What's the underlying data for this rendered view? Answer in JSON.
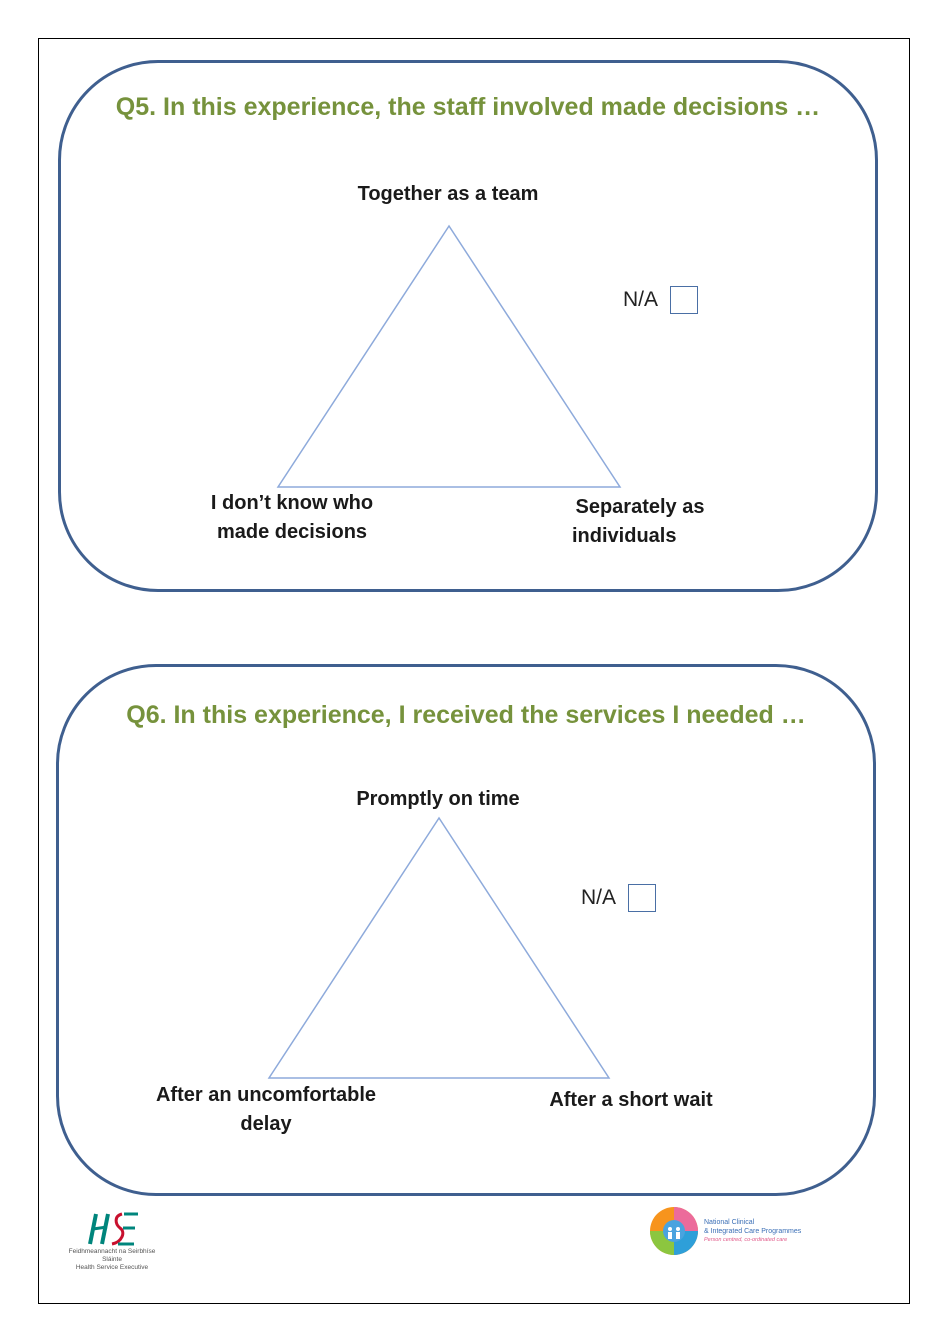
{
  "q5": {
    "question": "Q5. In this experience, the staff involved made decisions …",
    "top_label": "Together as a team",
    "left_label_line1": "I don’t know who",
    "left_label_line2": "made decisions",
    "right_label_line1": "Separately as",
    "right_label_line2": "individuals",
    "na_label": "N/A"
  },
  "q6": {
    "question": "Q6. In this experience, I received the services I needed …",
    "top_label": "Promptly on time",
    "left_label_line1": "After an uncomfortable",
    "left_label_line2": "delay",
    "right_label": "After a short wait",
    "na_label": "N/A"
  },
  "footer": {
    "hse_irish": "Feidhmeannacht na Seirbhíse Sláinte",
    "hse_english": "Health Service Executive",
    "ncp_line1": "National Clinical",
    "ncp_line2": "& Integrated Care Programmes",
    "ncp_tagline": "Person centred, co-ordinated care"
  },
  "colors": {
    "question_green": "#76923c",
    "card_border": "#3f5f8f",
    "triangle_stroke": "#8eaadb"
  }
}
